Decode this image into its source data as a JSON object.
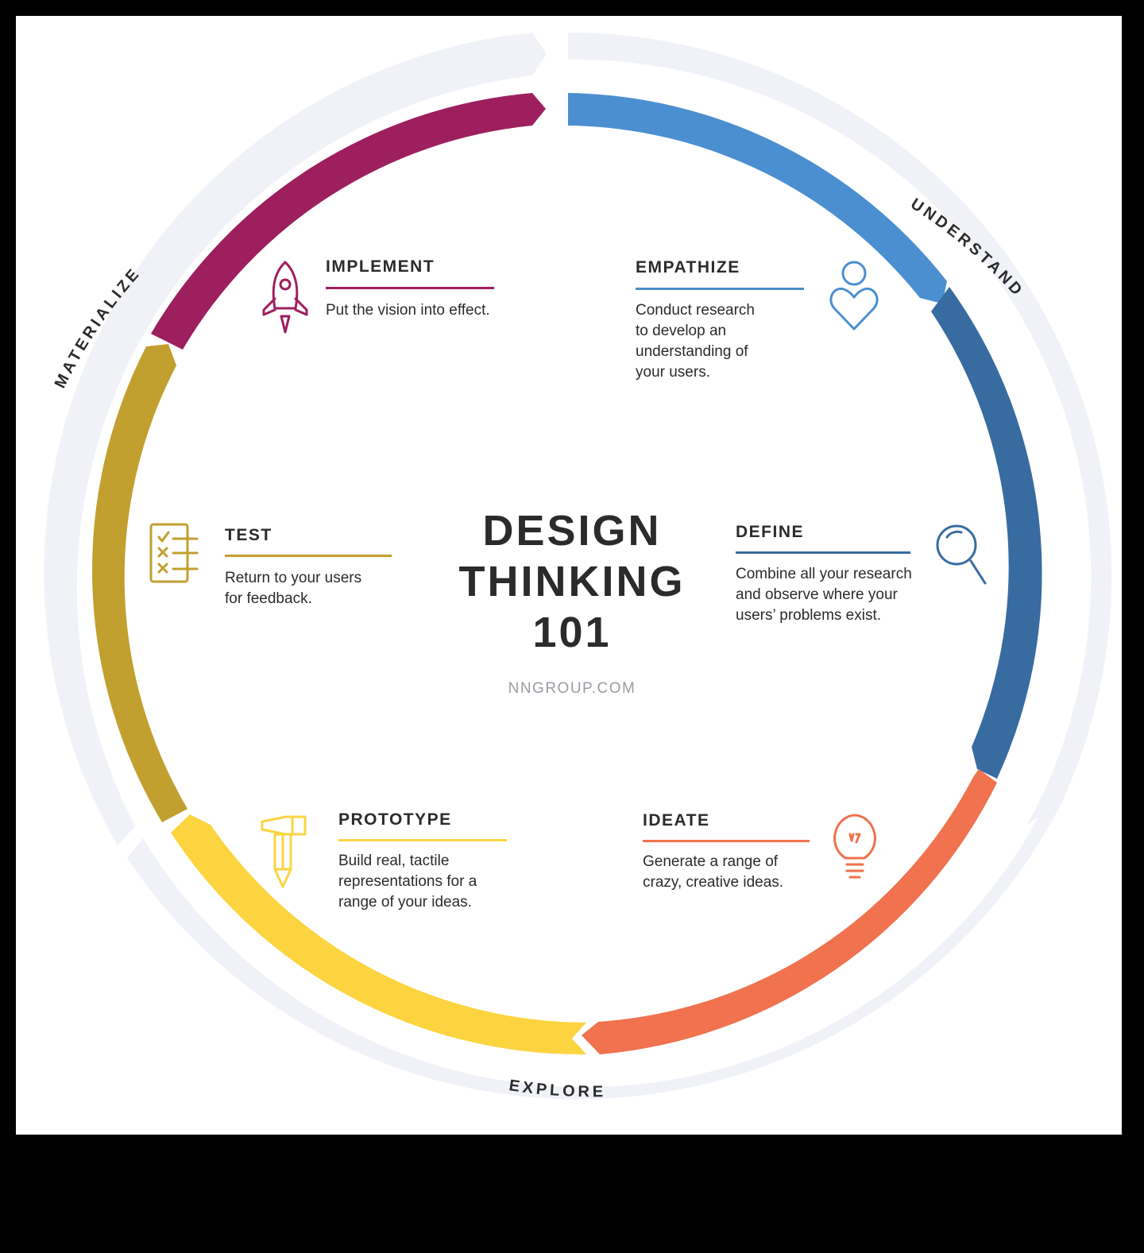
{
  "center": {
    "title": "DESIGN\nTHINKING\n101",
    "source": "NNGROUP.COM"
  },
  "groups": {
    "understand": "UNDERSTAND",
    "explore": "EXPLORE",
    "materialize": "MATERIALIZE"
  },
  "phases": {
    "empathize": {
      "title": "EMPATHIZE",
      "desc": "Conduct research\nto develop an\nunderstanding of\nyour users.",
      "color": "#4b8fd0",
      "icon": "person-heart-icon"
    },
    "define": {
      "title": "DEFINE",
      "desc": "Combine all your research\nand observe where your\nusers’ problems exist.",
      "color": "#386ca1",
      "icon": "magnifier-icon"
    },
    "ideate": {
      "title": "IDEATE",
      "desc": "Generate a range of\ncrazy, creative ideas.",
      "color": "#f0724f",
      "icon": "lightbulb-icon"
    },
    "prototype": {
      "title": "PROTOTYPE",
      "desc": "Build real, tactile\nrepresentations for a\nrange of your ideas.",
      "color": "#fcd440",
      "icon": "hammer-pencil-icon"
    },
    "test": {
      "title": "TEST",
      "desc": "Return to your users\nfor feedback.",
      "color": "#c1a02f",
      "icon": "checklist-icon"
    },
    "implement": {
      "title": "IMPLEMENT",
      "desc": "Put the vision into effect.",
      "color": "#9d1f5e",
      "icon": "rocket-icon"
    }
  },
  "colors": {
    "outer_ring": "#f0f2f8",
    "text": "#2b2b2b",
    "muted": "#9a9ca3"
  }
}
